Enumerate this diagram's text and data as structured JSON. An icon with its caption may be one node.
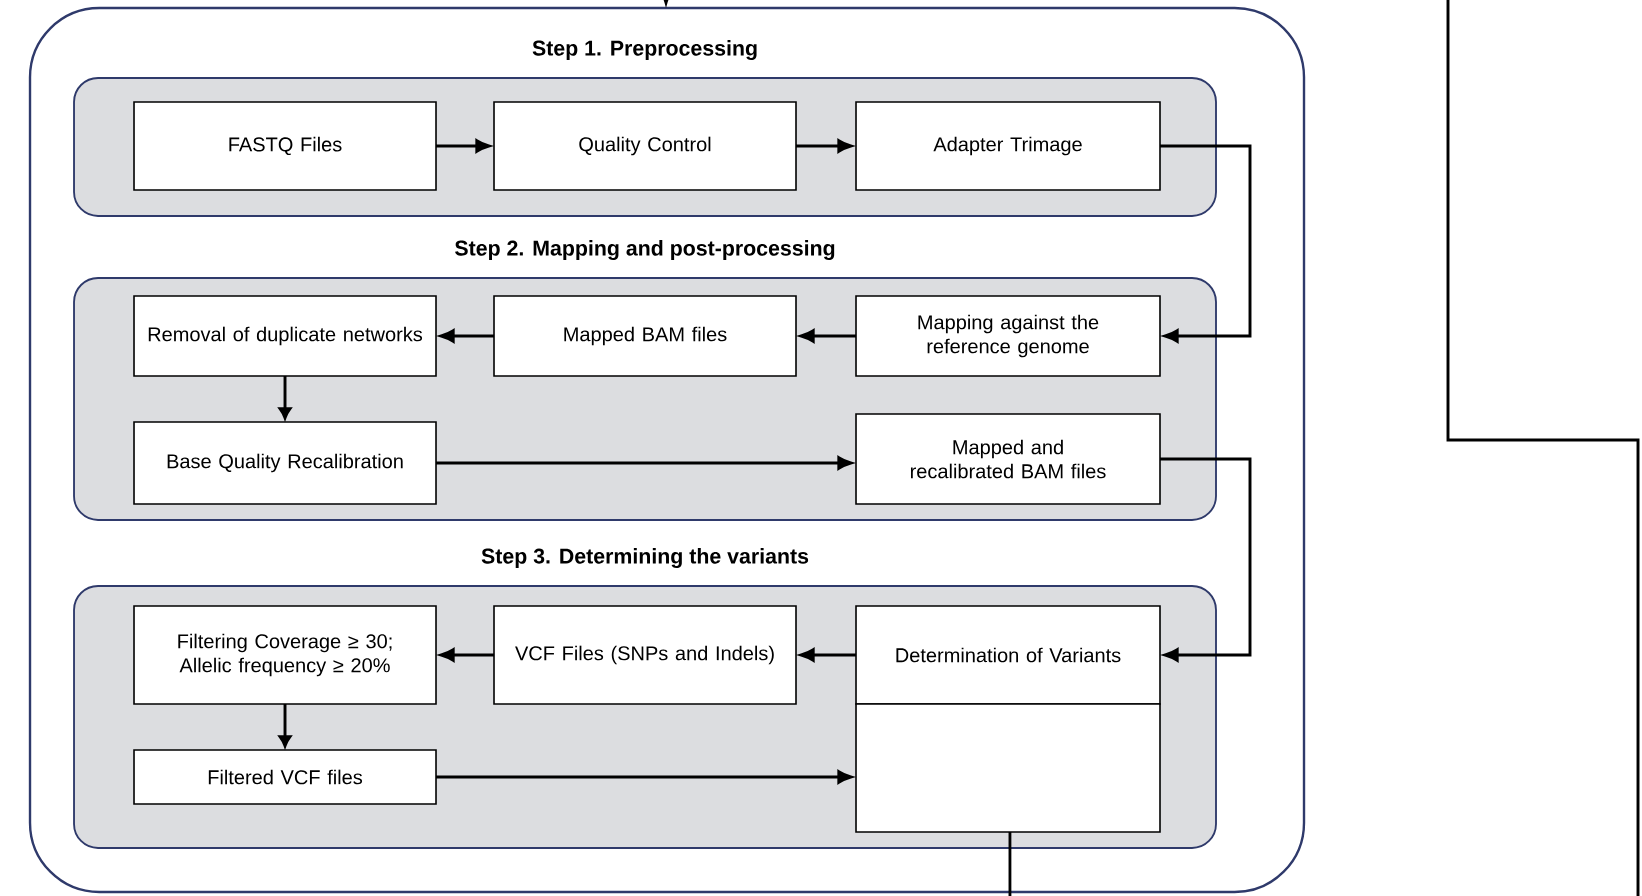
{
  "diagram": {
    "nodes": [
      {
        "text": [],
        "shape": "box"
      },
      {
        "text": [
          "Step 1. Preprocessing"
        ],
        "in": 0
      },
      {
        "text": [
          "FASTQ Files"
        ],
        "in": 1
      },
      {
        "text": [
          "Quality Control"
        ],
        "in": 1
      },
      {
        "text": [
          "Adapter Trimage"
        ],
        "in": 1
      },
      {
        "text": [
          "Step 2. Mapping and post-processing"
        ],
        "in": 0
      },
      {
        "text": [
          "Removal of duplicate networks"
        ],
        "in": 5
      },
      {
        "text": [
          "Mapped BAM files"
        ],
        "in": 5
      },
      {
        "text": [
          "Mapping against the reference genome"
        ],
        "in": 5
      },
      {
        "text": [
          "Base Quality Recalibration"
        ],
        "in": 5
      },
      {
        "text": [
          "Mapped and recalibrated BAM files"
        ],
        "in": 5
      },
      {
        "text": [
          "Step 3. Determining the variants"
        ],
        "in": 0
      },
      {
        "text": [
          "Filtering Coverage ≥ 30; Allelic frequency ≥ 20%"
        ],
        "in": 11
      },
      {
        "text": [
          "VCF Files (SNPs and Indels)"
        ],
        "in": 11
      },
      {
        "text": [
          "Determination of Variants"
        ],
        "in": 11
      },
      {
        "text": [
          "Filtered VCF files"
        ],
        "in": 11
      },
      {
        "text": [],
        "shape": "box",
        "in": 11
      }
    ],
    "edges": [
      {
        "from": 2,
        "to": 3,
        "arrow": "to"
      },
      {
        "from": 3,
        "to": 4,
        "arrow": "to"
      },
      {
        "from": 4,
        "to": 8,
        "arrow": "to"
      },
      {
        "from": 8,
        "to": 7,
        "arrow": "to"
      },
      {
        "from": 7,
        "to": 6,
        "arrow": "to"
      },
      {
        "from": 6,
        "to": 9,
        "arrow": "to"
      },
      {
        "from": 9,
        "to": 10,
        "arrow": "to"
      },
      {
        "from": 10,
        "to": 14,
        "arrow": "to"
      },
      {
        "from": 14,
        "to": 13,
        "arrow": "to"
      },
      {
        "from": 13,
        "to": 12,
        "arrow": "to"
      },
      {
        "from": 12,
        "to": 15,
        "arrow": "to"
      },
      {
        "from": 15,
        "to": 16,
        "arrow": "to"
      },
      {
        "from": null,
        "to": 0,
        "arrow": "to"
      },
      {
        "from": 16,
        "to": null,
        "arrow": "none"
      }
    ]
  }
}
